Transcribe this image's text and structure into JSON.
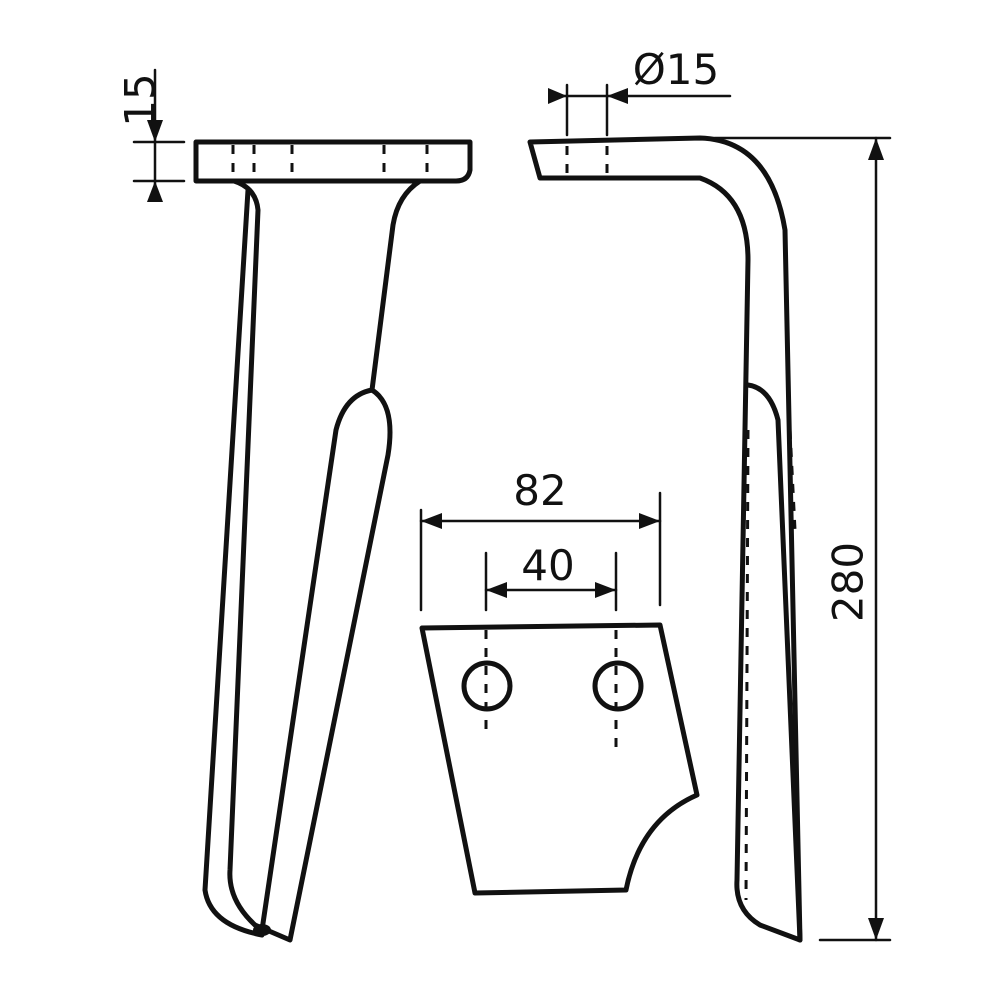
{
  "dimensions": {
    "thickness": "15",
    "hole_diameter": "Ø15",
    "outer_width": "82",
    "hole_spacing": "40",
    "total_height": "280"
  }
}
